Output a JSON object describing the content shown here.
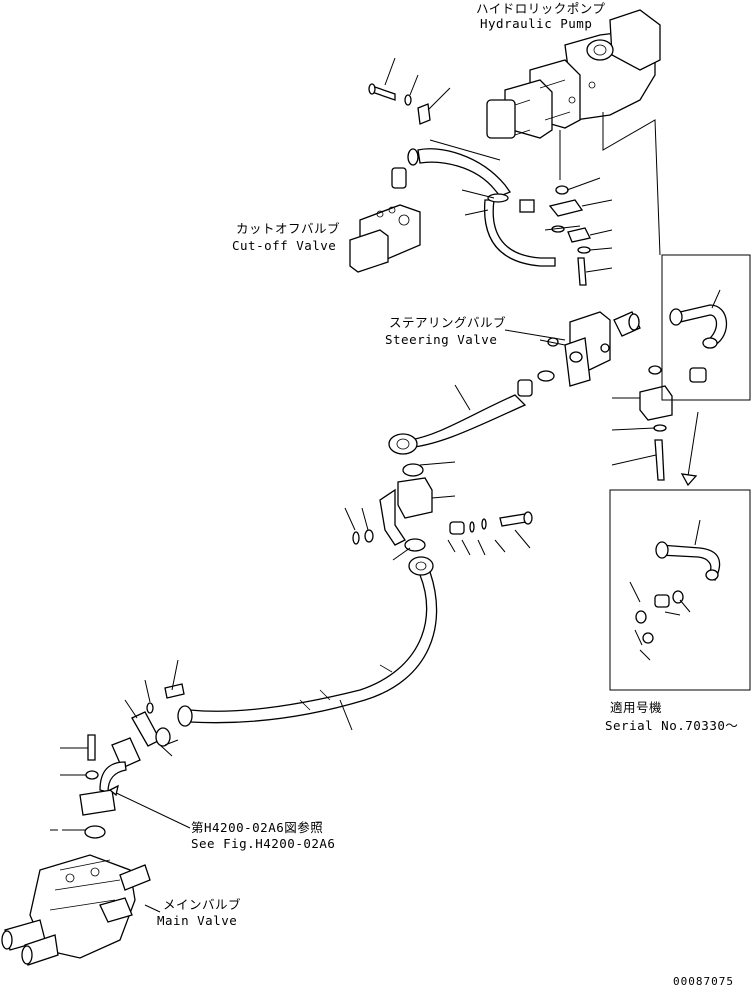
{
  "labels": {
    "hydraulic_pump_jp": "ハイドロリックポンプ",
    "hydraulic_pump_en": "Hydraulic Pump",
    "cutoff_valve_jp": "カットオフバルブ",
    "cutoff_valve_en": "Cut-off Valve",
    "steering_valve_jp": "ステアリングバルブ",
    "steering_valve_en": "Steering Valve",
    "see_fig_jp": "第H4200-02A6図参照",
    "see_fig_en": "See Fig.H4200-02A6",
    "main_valve_jp": "メインバルブ",
    "main_valve_en": "Main Valve",
    "serial_jp": "適用号機",
    "serial_en": "Serial No.70330～",
    "drawing_number": "00087075"
  }
}
